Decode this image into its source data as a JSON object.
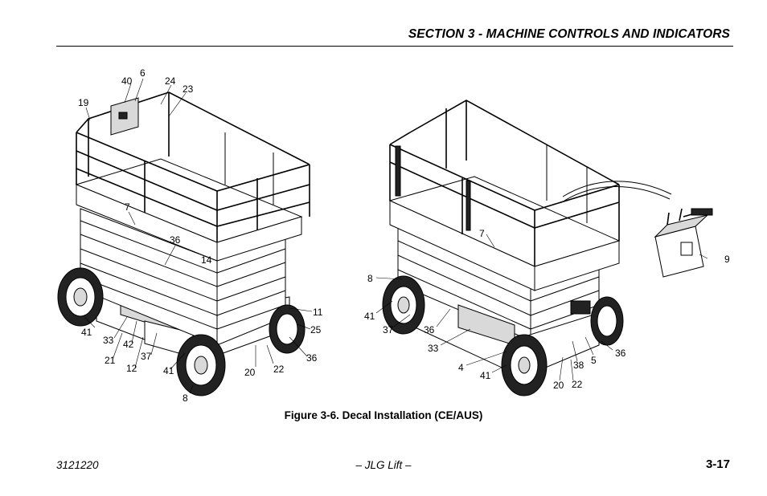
{
  "header": {
    "section_title": "SECTION 3 - MACHINE CONTROLS AND INDICATORS"
  },
  "figure": {
    "caption": "Figure 3-6. Decal Installation (CE/AUS)",
    "left_callouts": [
      "40",
      "6",
      "24",
      "23",
      "19",
      "7",
      "36",
      "14",
      "11",
      "25",
      "36",
      "41",
      "33",
      "42",
      "21",
      "12",
      "37",
      "41",
      "8",
      "20",
      "22"
    ],
    "right_callouts": [
      "7",
      "9",
      "8",
      "41",
      "37",
      "36",
      "33",
      "4",
      "41",
      "38",
      "5",
      "36",
      "20",
      "22"
    ]
  },
  "footer": {
    "doc_number": "3121220",
    "center_text": "– JLG Lift –",
    "page_number": "3-17"
  }
}
